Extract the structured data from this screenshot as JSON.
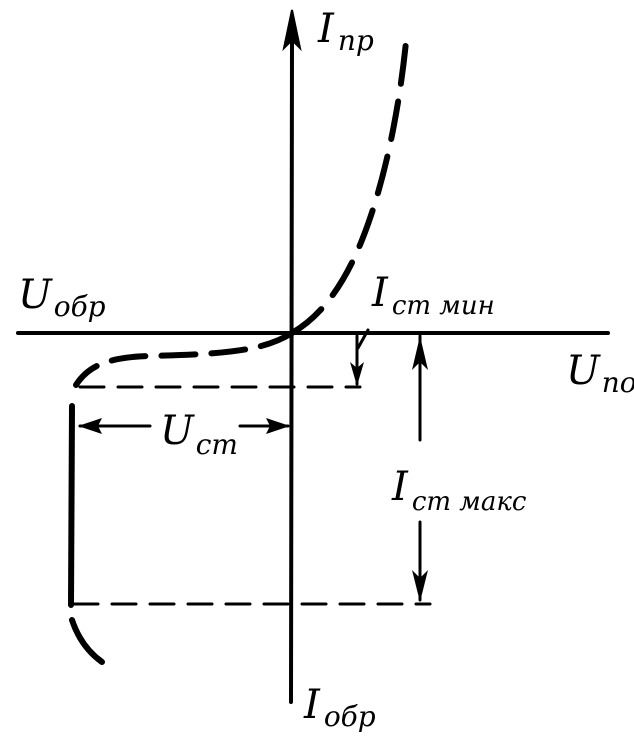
{
  "diagram": {
    "axis_labels": {
      "i_forward": {
        "main": "I",
        "sub": "пр"
      },
      "i_reverse": {
        "main": "I",
        "sub": "обр"
      },
      "u_reverse": {
        "main": "U",
        "sub": "обр"
      },
      "u_forward": {
        "main": "U",
        "sub": "по"
      }
    },
    "annotations": {
      "u_st": {
        "main": "U",
        "sub": "ст"
      },
      "i_st_min": {
        "main": "I",
        "sub": "ст мин"
      },
      "i_st_max": {
        "main": "I",
        "sub": "ст макс"
      }
    },
    "colors": {
      "ink": "#000000",
      "background": "#ffffff"
    }
  }
}
